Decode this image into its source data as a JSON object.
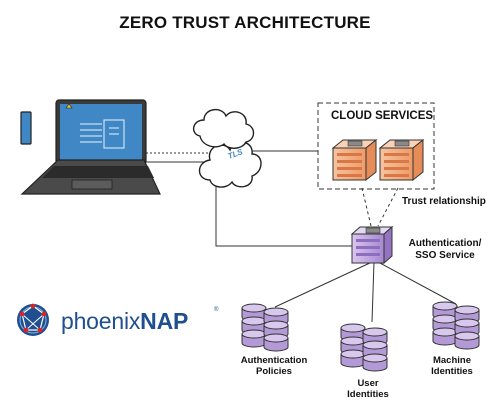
{
  "title": "ZERO TRUST ARCHITECTURE",
  "cloud": {
    "label": "CLOUD SERVICES"
  },
  "tls_label": "TLS",
  "trust_label": "Trust relationship",
  "auth": {
    "line1": "Authentication/",
    "line2": "SSO Service"
  },
  "databases": [
    {
      "line1": "Authentication",
      "line2": "Policies"
    },
    {
      "line1": "User",
      "line2": "Identities"
    },
    {
      "line1": "Machine",
      "line2": "Identities"
    }
  ],
  "brand": {
    "name_light": "phoenix",
    "name_bold": "NAP",
    "registered": "®"
  },
  "colors": {
    "laptop_screen": "#3f88c5",
    "server_orange": "#f2a67a",
    "auth_purple": "#b79ad8",
    "db_purple": "#b39ad6",
    "brand_blue": "#1f4f8f",
    "brand_red": "#d8232a"
  }
}
